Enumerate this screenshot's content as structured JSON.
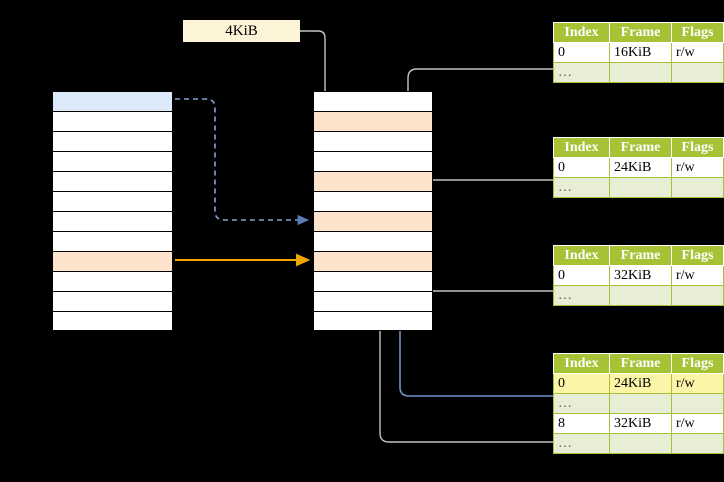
{
  "diagram": {
    "title_label": "4KiB",
    "colors": {
      "header_green": "#a7c235",
      "row_shade": "#e8eed6",
      "highlight_yellow": "#fbf5a8",
      "fill_blue": "#dce9f9",
      "fill_peach": "#fde3cc",
      "arrow_orange": "#ffa500",
      "arrow_blue": "#6f93c9",
      "arrow_gray": "#bdbdbd",
      "label_bg": "#fdf3d7"
    }
  },
  "left_column": {
    "name": "virtual-address-space",
    "rows": [
      {
        "fill": "blue",
        "label": ""
      },
      {
        "fill": "white",
        "label": ""
      },
      {
        "fill": "white",
        "label": ""
      },
      {
        "fill": "white",
        "label": ""
      },
      {
        "fill": "white",
        "label": ""
      },
      {
        "fill": "white",
        "label": ""
      },
      {
        "fill": "white",
        "label": ""
      },
      {
        "fill": "white",
        "label": ""
      },
      {
        "fill": "peach",
        "label": ""
      },
      {
        "fill": "white",
        "label": ""
      },
      {
        "fill": "white",
        "label": ""
      },
      {
        "fill": "white",
        "label": ""
      }
    ]
  },
  "middle_column": {
    "name": "physical-memory",
    "rows": [
      {
        "fill": "white",
        "label": ""
      },
      {
        "fill": "peach",
        "label": ""
      },
      {
        "fill": "white",
        "label": ""
      },
      {
        "fill": "white",
        "label": ""
      },
      {
        "fill": "peach",
        "label": ""
      },
      {
        "fill": "white",
        "label": ""
      },
      {
        "fill": "peach",
        "label": ""
      },
      {
        "fill": "white",
        "label": ""
      },
      {
        "fill": "peach",
        "label": ""
      },
      {
        "fill": "white",
        "label": ""
      },
      {
        "fill": "white",
        "label": ""
      },
      {
        "fill": "white",
        "label": ""
      }
    ]
  },
  "tables": [
    {
      "name": "page-table-1",
      "headers": [
        "Index",
        "Frame",
        "Flags"
      ],
      "rows": [
        {
          "cells": [
            "0",
            "16KiB",
            "r/w"
          ],
          "style": "normal"
        },
        {
          "cells": [
            "…",
            "",
            ""
          ],
          "style": "shade"
        }
      ]
    },
    {
      "name": "page-table-2",
      "headers": [
        "Index",
        "Frame",
        "Flags"
      ],
      "rows": [
        {
          "cells": [
            "0",
            "24KiB",
            "r/w"
          ],
          "style": "normal"
        },
        {
          "cells": [
            "…",
            "",
            ""
          ],
          "style": "shade"
        }
      ]
    },
    {
      "name": "page-table-3",
      "headers": [
        "Index",
        "Frame",
        "Flags"
      ],
      "rows": [
        {
          "cells": [
            "0",
            "32KiB",
            "r/w"
          ],
          "style": "normal"
        },
        {
          "cells": [
            "…",
            "",
            ""
          ],
          "style": "shade"
        }
      ]
    },
    {
      "name": "page-table-4",
      "headers": [
        "Index",
        "Frame",
        "Flags"
      ],
      "rows": [
        {
          "cells": [
            "0",
            "24KiB",
            "r/w"
          ],
          "style": "highlight"
        },
        {
          "cells": [
            "…",
            "",
            ""
          ],
          "style": "shade"
        },
        {
          "cells": [
            "8",
            "32KiB",
            "r/w"
          ],
          "style": "normal"
        },
        {
          "cells": [
            "…",
            "",
            ""
          ],
          "style": "shade"
        }
      ]
    }
  ]
}
